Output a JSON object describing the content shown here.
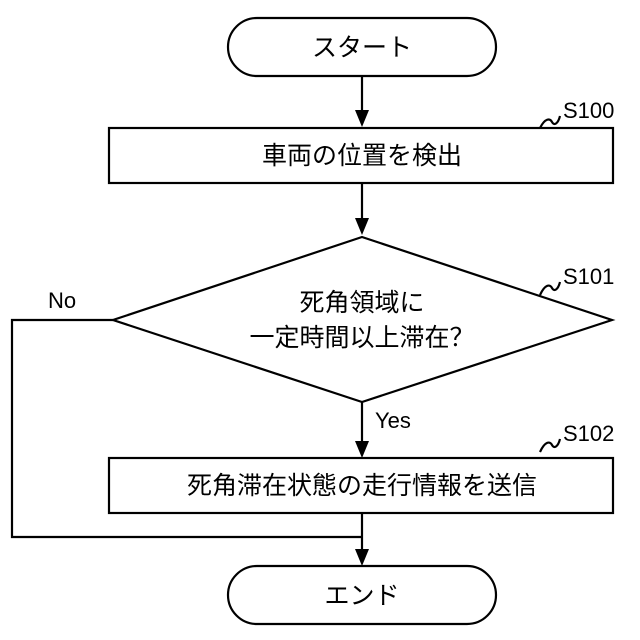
{
  "nodes": {
    "start": "スタート",
    "s100": "車両の位置を検出",
    "s101_line1": "死角領域に",
    "s101_line2": "一定時間以上滞在？",
    "s102": "死角滞在状態の走行情報を送信",
    "end": "エンド"
  },
  "step_labels": {
    "s100": "S100",
    "s101": "S101",
    "s102": "S102"
  },
  "branches": {
    "yes": "Yes",
    "no": "No"
  }
}
